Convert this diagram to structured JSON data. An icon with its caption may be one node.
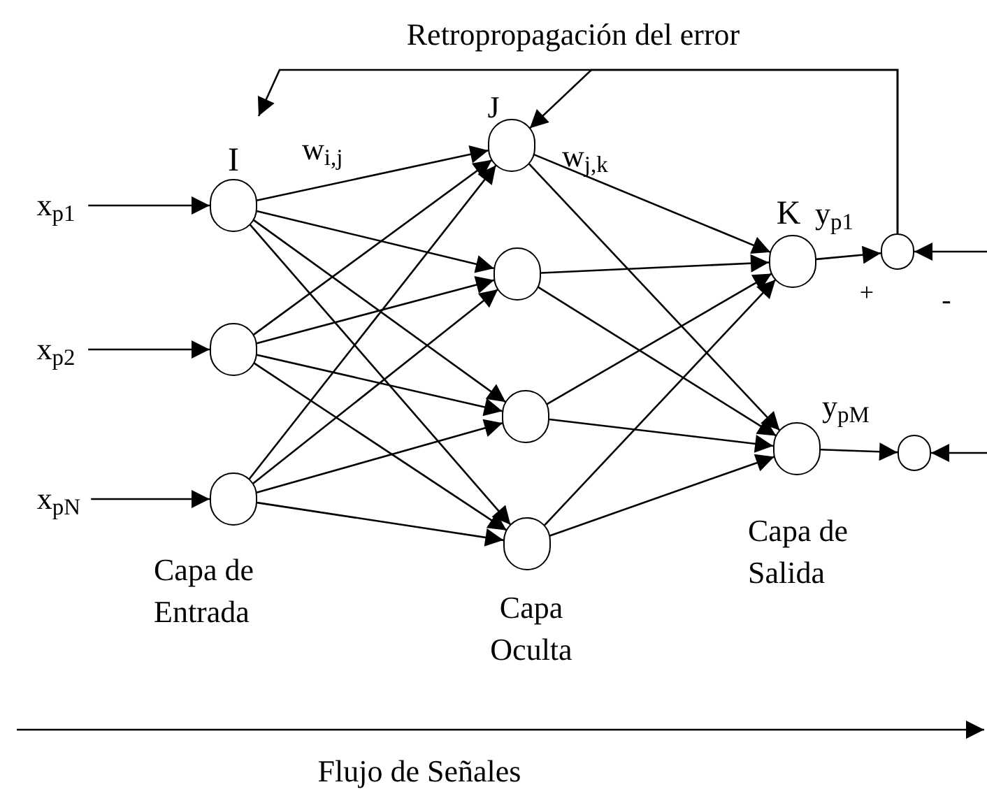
{
  "diagram": {
    "nodes": [
      {
        "text": [
          "x$_{p1}$"
        ]
      },
      {
        "text": [],
        "shape": "circle"
      },
      {
        "text": [
          "x$_{p2}$"
        ]
      },
      {
        "text": [],
        "shape": "circle"
      },
      {
        "text": [
          "x$_{pN}$"
        ]
      },
      {
        "text": [],
        "shape": "circle"
      },
      {
        "text": [],
        "shape": "circle"
      },
      {
        "text": [],
        "shape": "circle"
      },
      {
        "text": [],
        "shape": "circle"
      },
      {
        "text": [],
        "shape": "circle"
      },
      {
        "text": [],
        "shape": "circle"
      },
      {
        "text": [],
        "shape": "circle"
      },
      {
        "text": [],
        "shape": "circle"
      },
      {
        "text": [],
        "shape": "circle"
      }
    ],
    "edges": [
      {
        "from": 0,
        "to": 1,
        "arrow": "to"
      },
      {
        "from": 2,
        "to": 3,
        "arrow": "to"
      },
      {
        "from": 4,
        "to": 5,
        "arrow": "to"
      },
      {
        "from": 1,
        "to": 6,
        "arrow": "to"
      },
      {
        "from": 1,
        "to": 7,
        "arrow": "to"
      },
      {
        "from": 1,
        "to": 8,
        "arrow": "to"
      },
      {
        "from": 1,
        "to": 9,
        "arrow": "to"
      },
      {
        "from": 3,
        "to": 6,
        "arrow": "to"
      },
      {
        "from": 3,
        "to": 7,
        "arrow": "to"
      },
      {
        "from": 3,
        "to": 8,
        "arrow": "to"
      },
      {
        "from": 3,
        "to": 9,
        "arrow": "to"
      },
      {
        "from": 5,
        "to": 6,
        "arrow": "to"
      },
      {
        "from": 5,
        "to": 7,
        "arrow": "to"
      },
      {
        "from": 5,
        "to": 8,
        "arrow": "to"
      },
      {
        "from": 5,
        "to": 9,
        "arrow": "to"
      },
      {
        "from": 6,
        "to": 10,
        "arrow": "to"
      },
      {
        "from": 6,
        "to": 12,
        "arrow": "to"
      },
      {
        "from": 7,
        "to": 10,
        "arrow": "to"
      },
      {
        "from": 7,
        "to": 12,
        "arrow": "to"
      },
      {
        "from": 8,
        "to": 10,
        "arrow": "to"
      },
      {
        "from": 8,
        "to": 12,
        "arrow": "to"
      },
      {
        "from": 9,
        "to": 10,
        "arrow": "to"
      },
      {
        "from": 9,
        "to": 12,
        "arrow": "to"
      },
      {
        "from": 10,
        "to": 11,
        "arrow": "to",
        "label": "y$_{p1}$"
      },
      {
        "from": 12,
        "to": 13,
        "arrow": "to",
        "label": "y$_{pM}$"
      },
      {
        "from": null,
        "to": 11,
        "arrow": "to"
      },
      {
        "from": null,
        "to": 13,
        "arrow": "to"
      },
      {
        "from": 11,
        "to": null,
        "arrow": "to"
      },
      {
        "from": 11,
        "to": 6,
        "arrow": "to"
      }
    ],
    "labels": [
      "Retropropagación del error",
      "I",
      "J",
      "w$_{i,j}$",
      "w$_{j,k}$",
      "K",
      "+",
      "-",
      "Capa de Entrada",
      "Capa Oculta",
      "Capa de Salida",
      "Flujo de Señales"
    ]
  }
}
